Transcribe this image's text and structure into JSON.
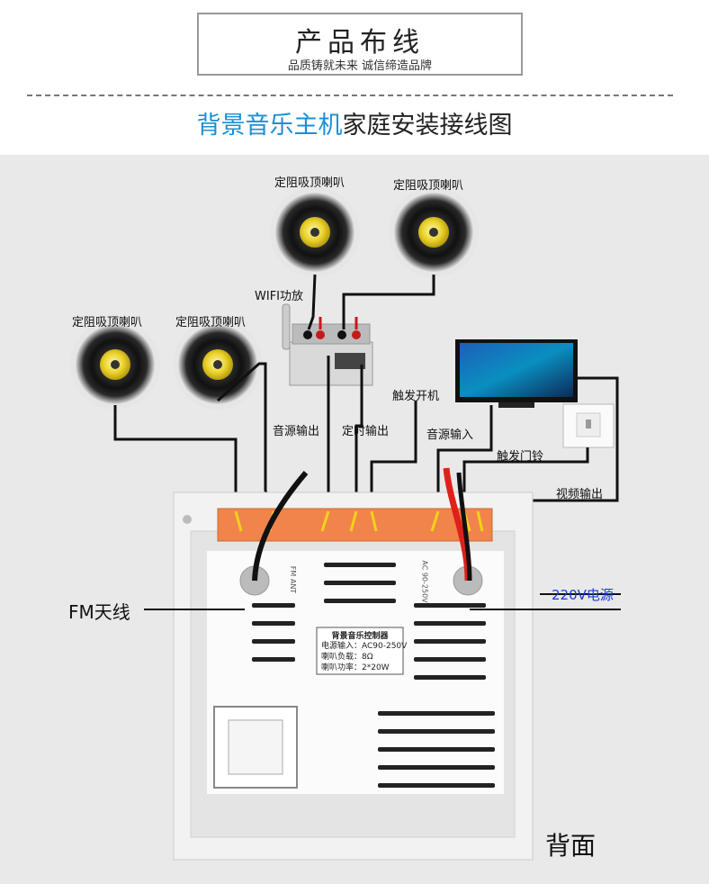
{
  "header": {
    "title": "产品布线",
    "subtitle": "品质铸就未来 诚信缔造品牌"
  },
  "main_title": {
    "highlight": "背景音乐主机",
    "rest": "家庭安装接线图"
  },
  "labels": {
    "speaker_top_left": "定阻吸顶喇叭",
    "speaker_top_right": "定阻吸顶喇叭",
    "speaker_mid_left": "定阻吸顶喇叭",
    "speaker_mid_right": "定阻吸顶喇叭",
    "wifi_amp": "WIFI功放",
    "audio_out": "音源输出",
    "timer_out": "定时输出",
    "trigger_on": "触发开机",
    "audio_in": "音源输入",
    "doorbell": "触发门铃",
    "video_out": "视频输出",
    "fm_antenna": "FM天线",
    "power_220v": "220V电源",
    "back_side": "背面",
    "fm_ant_small": "FM ANT",
    "ac_range_small": "AC 90-250V"
  },
  "device_label": {
    "title": "背景音乐控制器",
    "lines": [
      "电源输入：AC90-250V",
      "喇叭负载：8Ω",
      "喇叭功率：2*20W"
    ]
  },
  "colors": {
    "accent": "#1b8fd6",
    "blue_label": "#1b3ad6",
    "terminal": "#f0844a",
    "wire_yellow": "#f2d21c",
    "wire_red": "#e0201a",
    "panel_bg": "#e9e9e9"
  },
  "icons": [
    "ceiling-speaker-icon",
    "wifi-amplifier-icon",
    "tv-monitor-icon",
    "doorbell-button-icon",
    "controller-back-panel"
  ]
}
